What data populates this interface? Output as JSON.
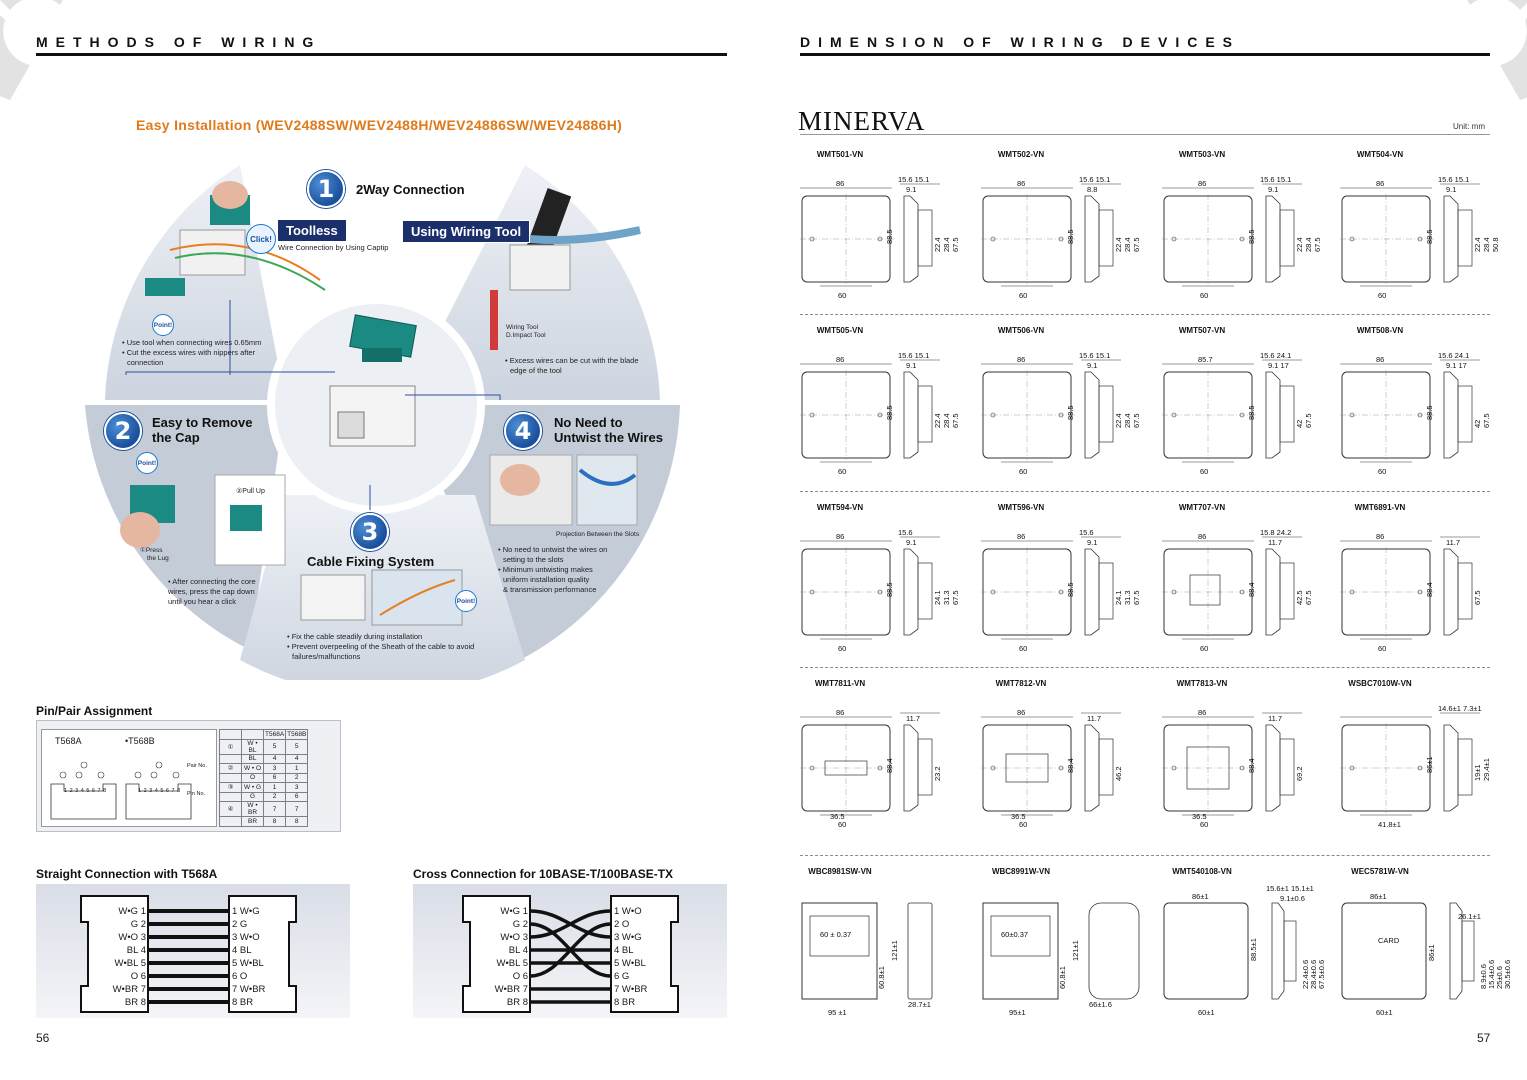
{
  "left_page": {
    "header": "METHODS OF WIRING",
    "easy_title": "Easy Installation (WEV2488SW/WEV2488H/WEV24886SW/WEV24886H)",
    "steps": [
      {
        "num": "1",
        "title": "2Way Connection"
      },
      {
        "num": "2",
        "title": "Easy to Remove the Cap",
        "line1": "Easy to Remove",
        "line2": "the Cap"
      },
      {
        "num": "3",
        "title": "Cable Fixing System"
      },
      {
        "num": "4",
        "title": "No Need to Untwist the Wires",
        "line1": "No Need to",
        "line2": "Untwist the Wires"
      }
    ],
    "toolless_label": "Toolless",
    "toolless_sub": "Wire Connection by Using Captip",
    "wiring_tool_label": "Using Wiring Tool",
    "click_label": "Click!",
    "point_label": "Point!",
    "step1_notes": [
      "• Use tool when connecting wires 0.65mm",
      "• Cut the excess wires with nippers after",
      "  connection"
    ],
    "wiring_tool_caption_1": "Wiring Tool",
    "wiring_tool_caption_2": "D.Impact Tool",
    "tool_notes": [
      "• Excess wires can be cut with the blade",
      "  edge of the tool"
    ],
    "pull_up": "②Pull Up",
    "press_lug": "①Press",
    "press_lug2": "the Lug",
    "step2_notes": [
      "• After connecting the core",
      "  wires, press the cap down",
      "  until you hear a click"
    ],
    "projection_caption": "Projection Between the Slots",
    "step4_notes": [
      "• No need to untwist the wires on",
      "  setting to the slots",
      "• Minimum untwisting makes",
      "  uniform installation quality",
      "  & transmission performance"
    ],
    "step3_notes": [
      "• Fix the cable steadily during installation",
      "• Prevent overpeeling of the Sheath of the cable to avoid",
      "  failures/malfunctions"
    ],
    "pin_pair_heading": "Pin/Pair Assignment",
    "t568a": "T568A",
    "t568b": "•T568B",
    "pair_no": "Pair No.",
    "pin_no": "Pin No.",
    "pin_digits": "1 2 3 4 5 6 7 8",
    "pin_table": {
      "headers": [
        "",
        "",
        "T568A",
        "T568B"
      ],
      "rows": [
        {
          "pair": "①",
          "wire": "W • BL",
          "a": "5",
          "b": "5"
        },
        {
          "pair": "",
          "wire": "BL",
          "a": "4",
          "b": "4"
        },
        {
          "pair": "②",
          "wire": "W • O",
          "a": "3",
          "b": "1"
        },
        {
          "pair": "",
          "wire": "O",
          "a": "6",
          "b": "2"
        },
        {
          "pair": "③",
          "wire": "W • G",
          "a": "1",
          "b": "3"
        },
        {
          "pair": "",
          "wire": "G",
          "a": "2",
          "b": "6"
        },
        {
          "pair": "④",
          "wire": "W • BR",
          "a": "7",
          "b": "7"
        },
        {
          "pair": "",
          "wire": "BR",
          "a": "8",
          "b": "8"
        }
      ]
    },
    "straight_heading": "Straight Connection with T568A",
    "cross_heading": "Cross Connection for 10BASE-T/100BASE-TX",
    "straight_left": [
      "W•G 1",
      "G 2",
      "W•O 3",
      "BL 4",
      "W•BL 5",
      "O 6",
      "W•BR 7",
      "BR 8"
    ],
    "straight_right": [
      "1 W•G",
      "2 G",
      "3 W•O",
      "4 BL",
      "5 W•BL",
      "6 O",
      "7 W•BR",
      "8 BR"
    ],
    "cross_left": [
      "W•G 1",
      "G 2",
      "W•O 3",
      "BL 4",
      "W•BL 5",
      "O 6",
      "W•BR 7",
      "BR 8"
    ],
    "cross_right": [
      "1 W•O",
      "2 O",
      "3 W•G",
      "4 BL",
      "5 W•BL",
      "6 G",
      "7 W•BR",
      "8 BR"
    ],
    "page_number": "56"
  },
  "right_page": {
    "header": "DIMENSION OF WIRING DEVICES",
    "brand": "MINERVA",
    "unit": "Unit: mm",
    "page_number": "57",
    "rows": [
      [
        {
          "model": "WMT501-VN",
          "w": "86",
          "h": "88.5",
          "bw": "60",
          "top": "15.6 15.1",
          "t2": "9.1",
          "dims": [
            "22.4",
            "28.4",
            "67.5"
          ]
        },
        {
          "model": "WMT502-VN",
          "w": "86",
          "h": "88.5",
          "bw": "60",
          "top": "15.6 15.1",
          "t2": "8.8",
          "dims": [
            "22.4",
            "28.4",
            "67.5"
          ]
        },
        {
          "model": "WMT503-VN",
          "w": "86",
          "h": "88.5",
          "bw": "60",
          "top": "15.6 15.1",
          "t2": "9.1",
          "dims": [
            "22.4",
            "28.4",
            "67.5"
          ]
        },
        {
          "model": "WMT504-VN",
          "w": "86",
          "h": "88.5",
          "bw": "60",
          "top": "15.6 15.1",
          "t2": "9.1",
          "dims": [
            "22.4",
            "28.4",
            "50.8"
          ]
        }
      ],
      [
        {
          "model": "WMT505-VN",
          "w": "86",
          "h": "88.5",
          "bw": "60",
          "top": "15.6 15.1",
          "t2": "9.1",
          "dims": [
            "22.4",
            "28.4",
            "67.5"
          ]
        },
        {
          "model": "WMT506-VN",
          "w": "86",
          "h": "88.5",
          "bw": "60",
          "top": "15.6 15.1",
          "t2": "9.1",
          "dims": [
            "22.4",
            "28.4",
            "67.5"
          ]
        },
        {
          "model": "WMT507-VN",
          "w": "85.7",
          "h": "88.5",
          "bw": "60",
          "top": "15.6 24.1",
          "t2": "9.1 17",
          "dims": [
            "42",
            "67.5"
          ]
        },
        {
          "model": "WMT508-VN",
          "w": "86",
          "h": "88.5",
          "bw": "60",
          "top": "15.6 24.1",
          "t2": "9.1 17",
          "dims": [
            "42",
            "67.5"
          ]
        }
      ],
      [
        {
          "model": "WMT594-VN",
          "w": "86",
          "h": "88.5",
          "bw": "60",
          "top": "15.6",
          "t2": "9.1",
          "dims": [
            "24.1",
            "31.3",
            "67.5"
          ]
        },
        {
          "model": "WMT596-VN",
          "w": "86",
          "h": "88.5",
          "bw": "60",
          "top": "15.6",
          "t2": "9.1",
          "dims": [
            "24.1",
            "31.3",
            "67.5"
          ]
        },
        {
          "model": "WMT707-VN",
          "w": "86",
          "h": "88.4",
          "bw": "60",
          "top": "15.8 24.2",
          "t2": "11.7",
          "dims": [
            "42.5",
            "67.5"
          ]
        },
        {
          "model": "WMT6891-VN",
          "w": "86",
          "h": "88.4",
          "bw": "60",
          "top": "",
          "t2": "11.7",
          "dims": [
            "67.5"
          ]
        }
      ],
      [
        {
          "model": "WMT7811-VN",
          "w": "86",
          "h": "88.4",
          "bw": "60",
          "bw2": "36.5",
          "top": "",
          "t2": "11.7",
          "dims": [
            "23.2"
          ]
        },
        {
          "model": "WMT7812-VN",
          "w": "86",
          "h": "88.4",
          "bw": "60",
          "bw2": "36.5",
          "top": "",
          "t2": "11.7",
          "dims": [
            "46.2"
          ]
        },
        {
          "model": "WMT7813-VN",
          "w": "86",
          "h": "88.4",
          "bw": "60",
          "bw2": "36.5",
          "top": "",
          "t2": "11.7",
          "dims": [
            "69.2"
          ]
        },
        {
          "model": "WSBC7010W-VN",
          "w": "",
          "h": "86±1",
          "bw": "41.8±1",
          "top": "14.6±1 7.3±1",
          "t2": "",
          "dims": [
            "19±1",
            "29.4±1"
          ]
        }
      ],
      [
        {
          "model": "WBC8981SW-VN",
          "w": "",
          "h": "121±1",
          "bw": "95 ±1",
          "inner": "60 ± 0.37",
          "h2": "60.8±1",
          "side": "28.7±1"
        },
        {
          "model": "WBC8991W-VN",
          "w": "",
          "h": "121±1",
          "bw": "95±1",
          "inner": "60±0.37",
          "h2": "60.8±1",
          "side": "66±1.6"
        },
        {
          "model": "WMT540108-VN",
          "w": "86±1",
          "h": "88.5±1",
          "bw": "60±1",
          "top": "15.6±1 15.1±1",
          "t2": "9.1±0.6",
          "dims": [
            "22.4±0.6",
            "28.4±0.6",
            "67.5±0.6"
          ]
        },
        {
          "model": "WEC5781W-VN",
          "w": "86±1",
          "h": "86±1",
          "bw": "60±1",
          "top": "",
          "t2": "26.1±1",
          "dims": [
            "8.9±0.6",
            "15.4±0.6",
            "25±0.6",
            "30.5±0.6"
          ],
          "card": "CARD"
        }
      ]
    ]
  }
}
